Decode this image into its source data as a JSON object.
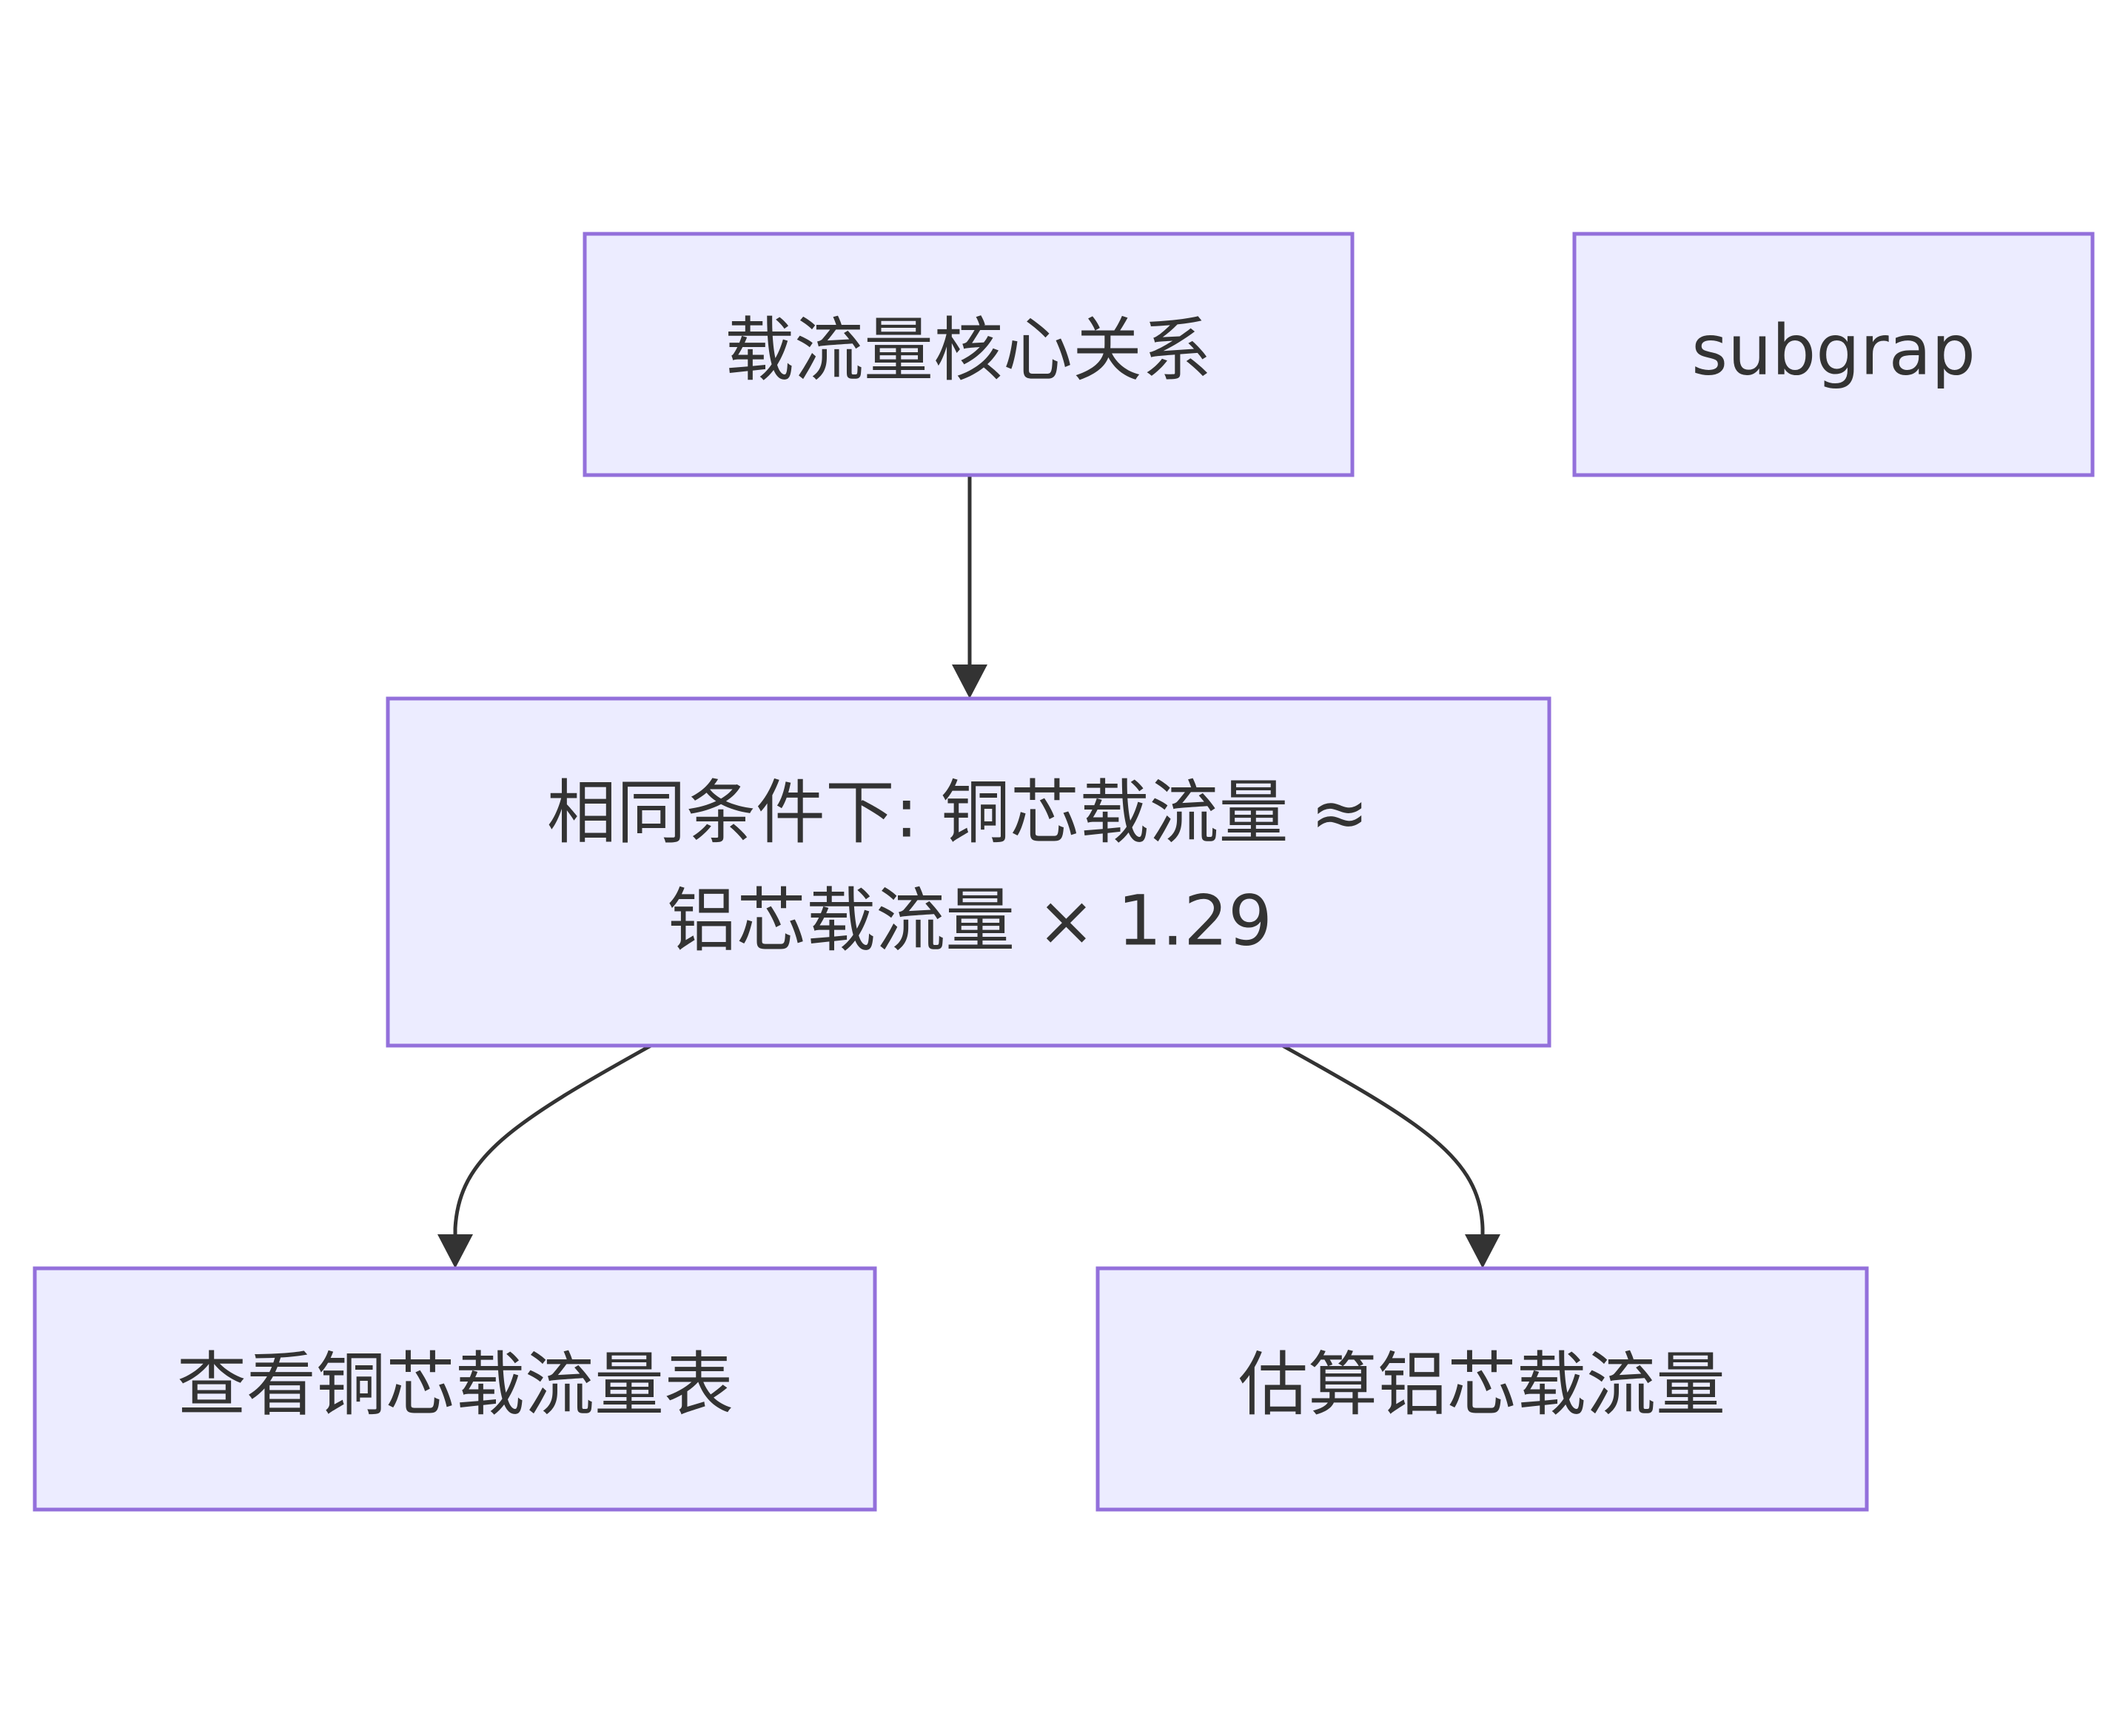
{
  "nodes": {
    "core": {
      "label": "载流量核心关系"
    },
    "subgraph": {
      "label": "subgrap"
    },
    "relation": {
      "line1": "相同条件下: 铜芯载流量 ≈",
      "line2": "铝芯载流量 × 1.29"
    },
    "copper": {
      "label": "查看铜芯载流量表"
    },
    "aluminum": {
      "label": "估算铝芯载流量"
    }
  },
  "colors": {
    "node_fill": "#ECECFF",
    "node_stroke": "#9370DB",
    "edge": "#333333",
    "text": "#333333"
  }
}
